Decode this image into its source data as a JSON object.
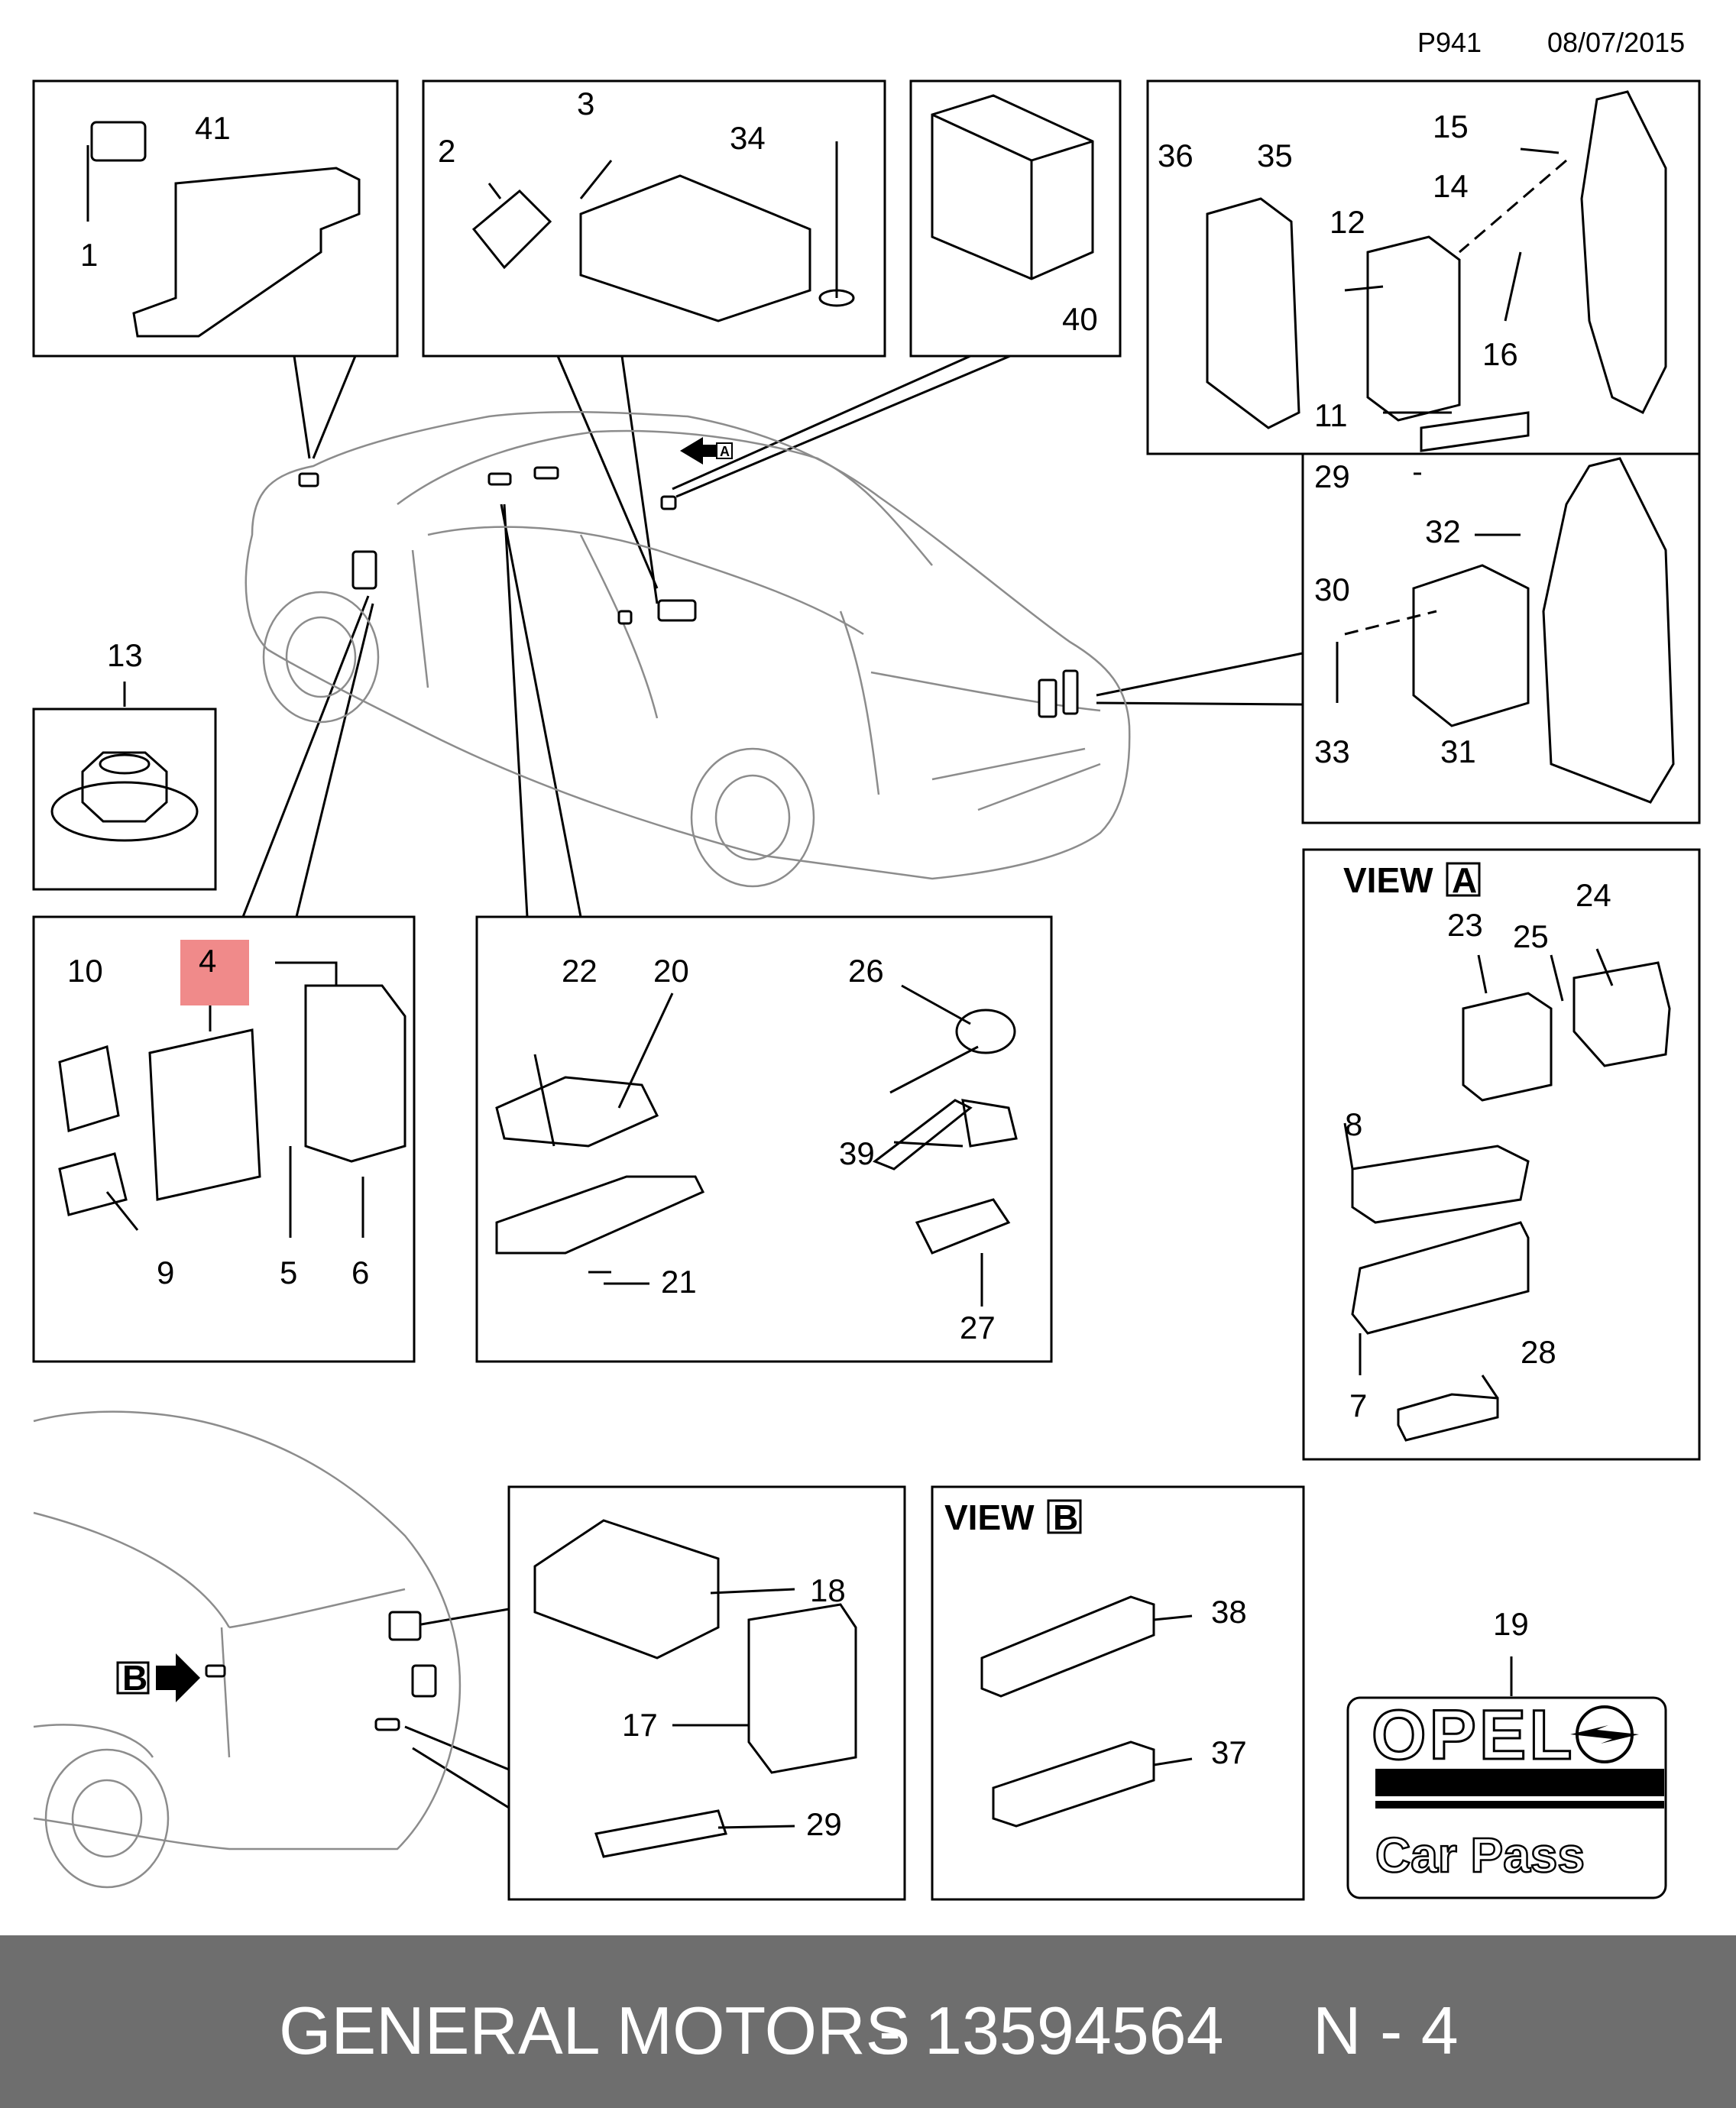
{
  "header": {
    "page_code": "P941",
    "date": "08/07/2015"
  },
  "highlight_color": "#f08a8a",
  "footer": {
    "background": "#6e6e6e",
    "manufacturer": "GENERAL MOTORS",
    "separator": "-",
    "part_number": "13594564",
    "position": "N - 4"
  },
  "panels": {
    "p1": {
      "labels": [
        "41",
        "1"
      ]
    },
    "p2": {
      "labels": [
        "3",
        "2",
        "34"
      ]
    },
    "p3": {
      "labels": [
        "40"
      ]
    },
    "p4": {
      "labels": [
        "15",
        "36",
        "35",
        "14",
        "12",
        "16",
        "11"
      ]
    },
    "p5": {
      "labels": [
        "29",
        "32",
        "30",
        "33",
        "31"
      ]
    },
    "p13": {
      "labels": [
        "13"
      ]
    },
    "p_left": {
      "labels": [
        "10",
        "4",
        "9",
        "5",
        "6"
      ]
    },
    "p_mid": {
      "labels": [
        "22",
        "20",
        "26",
        "39",
        "21",
        "27"
      ]
    },
    "view_a": {
      "title": "VIEW",
      "letter": "A",
      "labels": [
        "23",
        "25",
        "24",
        "8",
        "28",
        "7"
      ]
    },
    "p_rear": {
      "labels": [
        "18",
        "17",
        "29"
      ]
    },
    "view_b": {
      "title": "VIEW",
      "letter": "B",
      "labels": [
        "38",
        "37"
      ]
    },
    "card": {
      "label": "19",
      "brand": "OPEL",
      "subtitle": "Car Pass"
    }
  },
  "car": {
    "arrow_a": "A",
    "arrow_b": "B"
  },
  "icons": [
    "opel-logo-icon",
    "arrow-a-icon",
    "arrow-b-icon"
  ]
}
